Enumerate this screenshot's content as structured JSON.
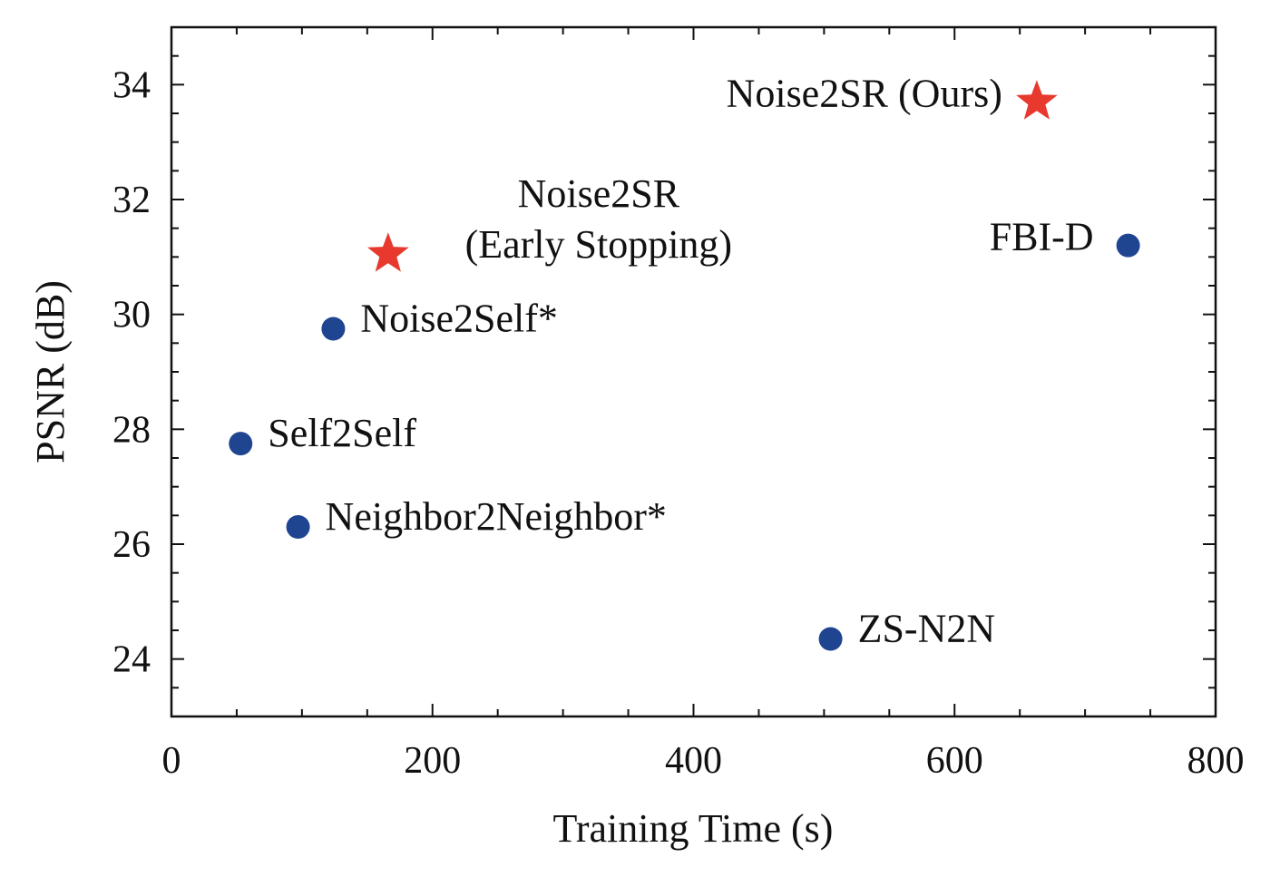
{
  "chart_data": {
    "type": "scatter",
    "title": "",
    "xlabel": "Training Time (s)",
    "ylabel": "PSNR (dB)",
    "xlim": [
      0,
      800
    ],
    "ylim": [
      23,
      35
    ],
    "x_ticks": [
      0,
      200,
      400,
      600,
      800
    ],
    "y_ticks": [
      24,
      26,
      28,
      30,
      32,
      34
    ],
    "grid": false,
    "colors": {
      "baseline": "#1f4591",
      "ours": "#e8392f"
    },
    "points": [
      {
        "label": [
          "Noise2SR (Ours)"
        ],
        "x": 663,
        "y": 33.7,
        "marker": "star",
        "color": "#e8392f",
        "label_pos": "left"
      },
      {
        "label": [
          "Noise2SR",
          "(Early Stopping)"
        ],
        "x": 166,
        "y": 31.05,
        "marker": "star",
        "color": "#e8392f",
        "label_pos": "right-block"
      },
      {
        "label": [
          "FBI-D"
        ],
        "x": 733,
        "y": 31.2,
        "marker": "circle",
        "color": "#1f4591",
        "label_pos": "left"
      },
      {
        "label": [
          "Noise2Self*"
        ],
        "x": 124,
        "y": 29.75,
        "marker": "circle",
        "color": "#1f4591",
        "label_pos": "right"
      },
      {
        "label": [
          "Self2Self"
        ],
        "x": 53,
        "y": 27.75,
        "marker": "circle",
        "color": "#1f4591",
        "label_pos": "right"
      },
      {
        "label": [
          "Neighbor2Neighbor*"
        ],
        "x": 97,
        "y": 26.3,
        "marker": "circle",
        "color": "#1f4591",
        "label_pos": "right"
      },
      {
        "label": [
          "ZS-N2N"
        ],
        "x": 505,
        "y": 24.35,
        "marker": "circle",
        "color": "#1f4591",
        "label_pos": "right"
      }
    ]
  }
}
